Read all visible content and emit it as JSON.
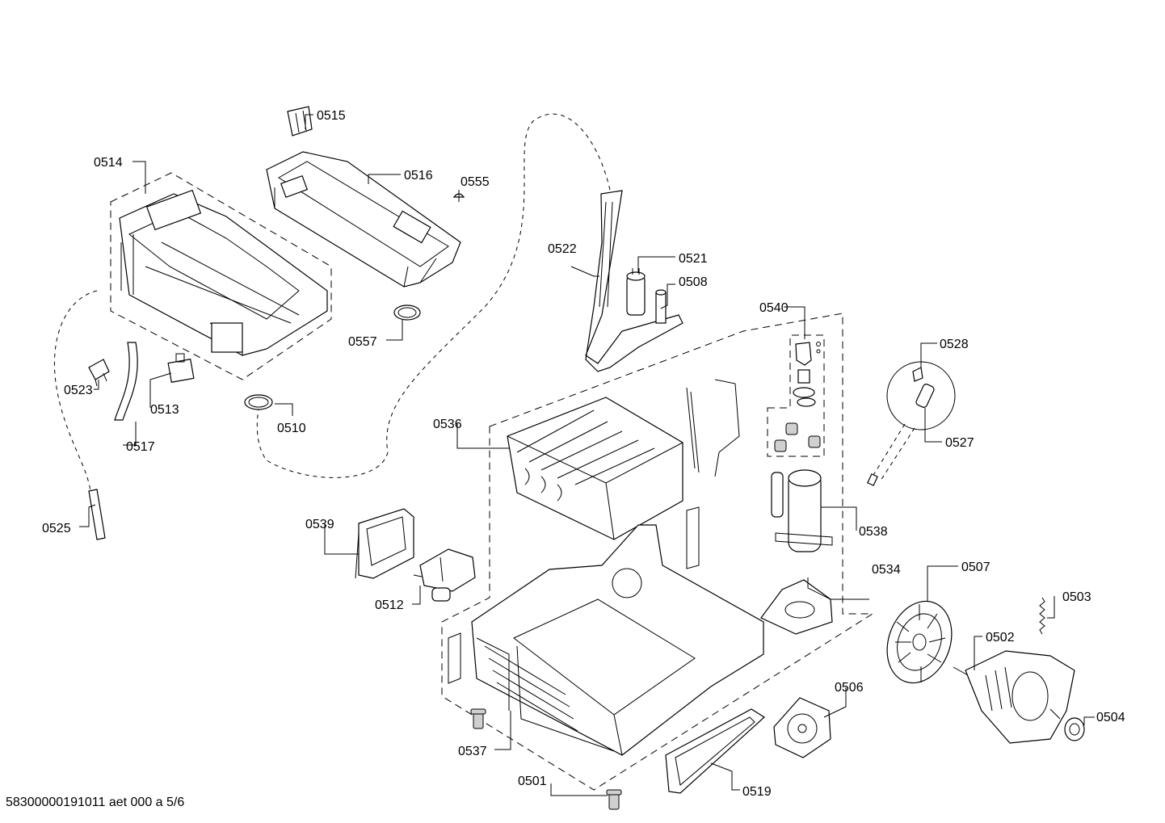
{
  "footer": {
    "document_code": "58300000191011 aet 000 a 5/6"
  },
  "parts": [
    {
      "id": "p0501",
      "label": "0501"
    },
    {
      "id": "p0502",
      "label": "0502"
    },
    {
      "id": "p0503",
      "label": "0503"
    },
    {
      "id": "p0504",
      "label": "0504"
    },
    {
      "id": "p0506",
      "label": "0506"
    },
    {
      "id": "p0507",
      "label": "0507"
    },
    {
      "id": "p0508",
      "label": "0508"
    },
    {
      "id": "p0510",
      "label": "0510"
    },
    {
      "id": "p0512",
      "label": "0512"
    },
    {
      "id": "p0513",
      "label": "0513"
    },
    {
      "id": "p0514",
      "label": "0514"
    },
    {
      "id": "p0515",
      "label": "0515"
    },
    {
      "id": "p0516",
      "label": "0516"
    },
    {
      "id": "p0517",
      "label": "0517"
    },
    {
      "id": "p0519",
      "label": "0519"
    },
    {
      "id": "p0521",
      "label": "0521"
    },
    {
      "id": "p0522",
      "label": "0522"
    },
    {
      "id": "p0523",
      "label": "0523"
    },
    {
      "id": "p0525",
      "label": "0525"
    },
    {
      "id": "p0527",
      "label": "0527"
    },
    {
      "id": "p0528",
      "label": "0528"
    },
    {
      "id": "p0534",
      "label": "0534"
    },
    {
      "id": "p0536",
      "label": "0536"
    },
    {
      "id": "p0537",
      "label": "0537"
    },
    {
      "id": "p0538",
      "label": "0538"
    },
    {
      "id": "p0539",
      "label": "0539"
    },
    {
      "id": "p0540",
      "label": "0540"
    },
    {
      "id": "p0555",
      "label": "0555"
    },
    {
      "id": "p0557",
      "label": "0557"
    }
  ]
}
